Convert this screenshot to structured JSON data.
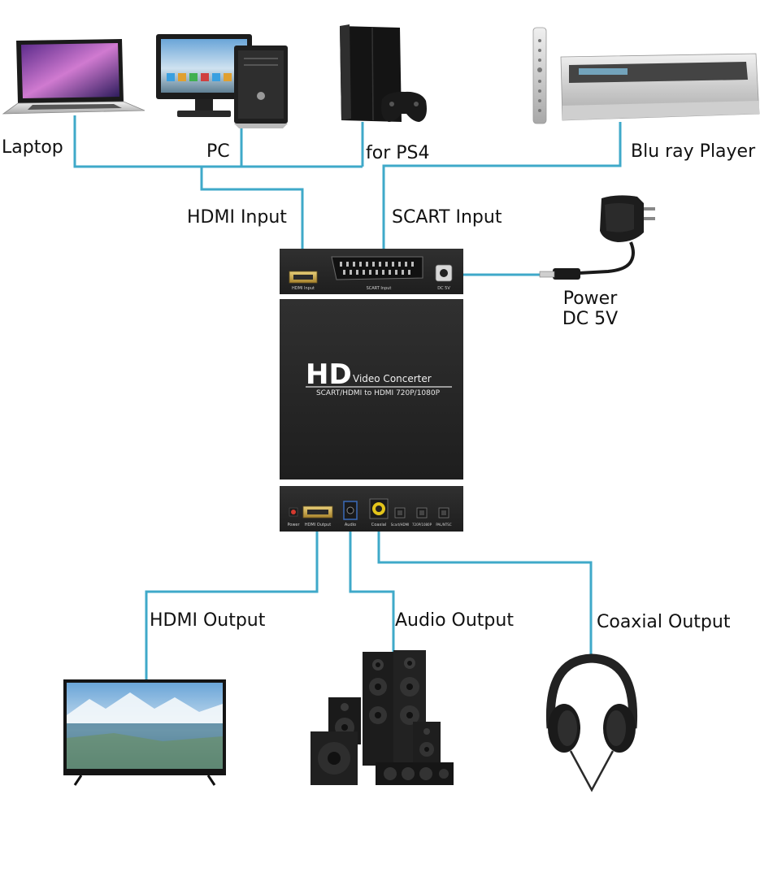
{
  "colors": {
    "wire": "#3fa9c9",
    "device_body": "#2b2b2b",
    "device_panel": "#222222",
    "port_gold": "#c9a54a",
    "power_led": "#d43a2f",
    "coax_yellow": "#e3c41a"
  },
  "sources": {
    "laptop": {
      "label": "Laptop",
      "icon": "laptop-icon"
    },
    "pc": {
      "label": "PC",
      "icon": "desktop-pc-icon"
    },
    "ps4": {
      "label": "for PS4",
      "icon": "game-console-icon"
    },
    "bluray": {
      "label": "Blu ray Player",
      "icon": "bluray-player-icon"
    }
  },
  "inputs": {
    "hdmi": {
      "label": "HDMI Input"
    },
    "scart": {
      "label": "SCART Input"
    },
    "power": {
      "line1": "Power",
      "line2": "DC 5V",
      "icon": "power-adapter-icon"
    }
  },
  "converter": {
    "top_panel": {
      "hdmi_port_label": "HDMI Input",
      "scart_port_label": "SCART Input",
      "dc_port_label": "DC 5V"
    },
    "brand": "HD",
    "title": "Video Concerter",
    "subtitle": "SCART/HDMI to HDMI 720P/1080P",
    "bottom_panel": {
      "power_label": "Power",
      "hdmi_out_label": "HDMI Output",
      "audio_label": "Audio",
      "coaxial_label": "Coaxial",
      "btn1_label": "Scart/HDMI",
      "btn2_label": "720P/1080P",
      "btn3_label": "PAL/NTSC"
    }
  },
  "outputs": {
    "hdmi": {
      "label": "HDMI Output",
      "icon": "tv-icon"
    },
    "audio": {
      "label": "Audio Output",
      "icon": "speakers-icon"
    },
    "coaxial": {
      "label": "Coaxial Output",
      "icon": "headphones-icon"
    }
  }
}
